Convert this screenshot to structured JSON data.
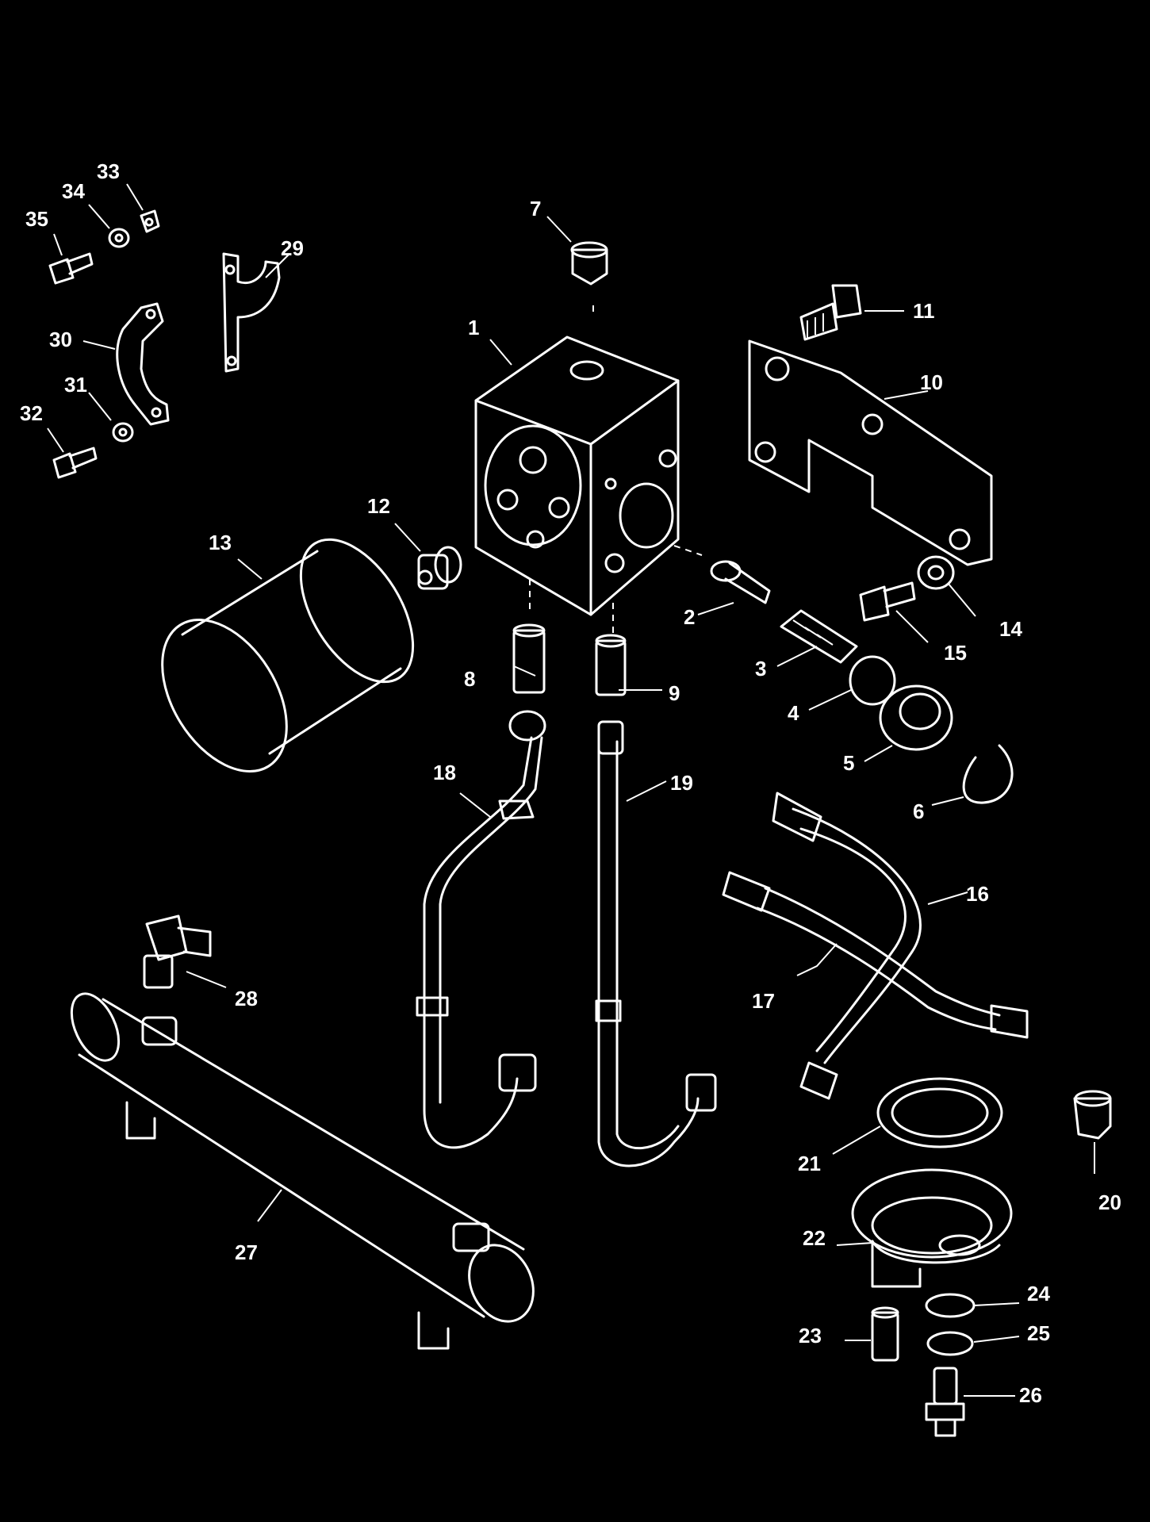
{
  "callouts": [
    {
      "id": "c1",
      "text": "1"
    },
    {
      "id": "c2",
      "text": "2"
    },
    {
      "id": "c3",
      "text": "3"
    },
    {
      "id": "c4",
      "text": "4"
    },
    {
      "id": "c5",
      "text": "5"
    },
    {
      "id": "c6",
      "text": "6"
    },
    {
      "id": "c7",
      "text": "7"
    },
    {
      "id": "c8",
      "text": "8"
    },
    {
      "id": "c9",
      "text": "9"
    },
    {
      "id": "c10",
      "text": "10"
    },
    {
      "id": "c11",
      "text": "11"
    },
    {
      "id": "c12",
      "text": "12"
    },
    {
      "id": "c13",
      "text": "13"
    },
    {
      "id": "c14",
      "text": "14"
    },
    {
      "id": "c15",
      "text": "15"
    },
    {
      "id": "c16",
      "text": "16"
    },
    {
      "id": "c17",
      "text": "17"
    },
    {
      "id": "c18",
      "text": "18"
    },
    {
      "id": "c19",
      "text": "19"
    },
    {
      "id": "c20",
      "text": "20"
    },
    {
      "id": "c21",
      "text": "21"
    },
    {
      "id": "c22",
      "text": "22"
    },
    {
      "id": "c23",
      "text": "23"
    },
    {
      "id": "c24",
      "text": "24"
    },
    {
      "id": "c25",
      "text": "25"
    },
    {
      "id": "c26",
      "text": "26"
    },
    {
      "id": "c27",
      "text": "27"
    },
    {
      "id": "c28",
      "text": "28"
    },
    {
      "id": "c29",
      "text": "29"
    },
    {
      "id": "c30",
      "text": "30"
    },
    {
      "id": "c31",
      "text": "31"
    },
    {
      "id": "c32",
      "text": "32"
    },
    {
      "id": "c33",
      "text": "33"
    },
    {
      "id": "c34",
      "text": "34"
    },
    {
      "id": "c35",
      "text": "35"
    }
  ],
  "colors": {
    "background": "#000000",
    "line": "#ffffff"
  }
}
